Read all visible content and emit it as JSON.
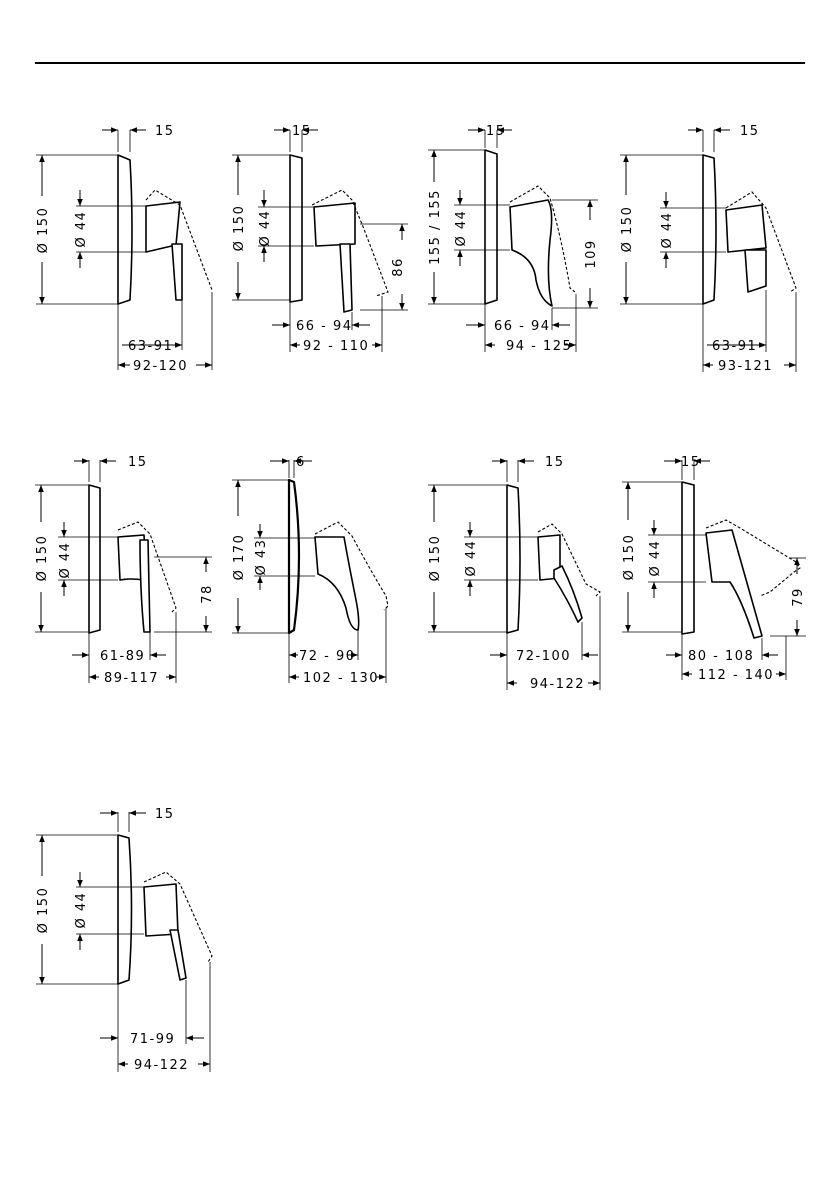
{
  "drawings": [
    {
      "name": "drawing-1",
      "cover_depth": "15",
      "plate_height": "Ø 150",
      "body_height": "Ø 44",
      "depth_near": "63-91",
      "depth_far": "92-120"
    },
    {
      "name": "drawing-2",
      "cover_depth": "15",
      "plate_height": "Ø 150",
      "body_height": "Ø 44",
      "lever_drop": "86",
      "depth_near": "66 - 94",
      "depth_far": "92 - 110"
    },
    {
      "name": "drawing-3",
      "cover_depth": "15",
      "plate_height": "155 / 155",
      "body_height": "Ø 44",
      "lever_drop": "109",
      "depth_near": "66 - 94",
      "depth_far": "94 - 125"
    },
    {
      "name": "drawing-4",
      "cover_depth": "15",
      "plate_height": "Ø 150",
      "body_height": "Ø 44",
      "depth_near": "63-91",
      "depth_far": "93-121"
    },
    {
      "name": "drawing-5",
      "cover_depth": "15",
      "plate_height": "Ø 150",
      "body_height": "Ø 44",
      "lever_drop": "78",
      "depth_near": "61-89",
      "depth_far": "89-117"
    },
    {
      "name": "drawing-6",
      "cover_depth": "6",
      "plate_height": "Ø 170",
      "body_height": "Ø 43",
      "depth_near": "72 - 90",
      "depth_far": "102 - 130"
    },
    {
      "name": "drawing-7",
      "cover_depth": "15",
      "plate_height": "Ø 150",
      "body_height": "Ø 44",
      "depth_near": "72-100",
      "depth_far": "94-122"
    },
    {
      "name": "drawing-8",
      "cover_depth": "15",
      "plate_height": "Ø 150",
      "body_height": "Ø 44",
      "lever_drop": "79",
      "depth_near": "80 - 108",
      "depth_far": "112 - 140"
    },
    {
      "name": "drawing-9",
      "cover_depth": "15",
      "plate_height": "Ø 150",
      "body_height": "Ø 44",
      "depth_near": "71-99",
      "depth_far": "94-122"
    }
  ]
}
